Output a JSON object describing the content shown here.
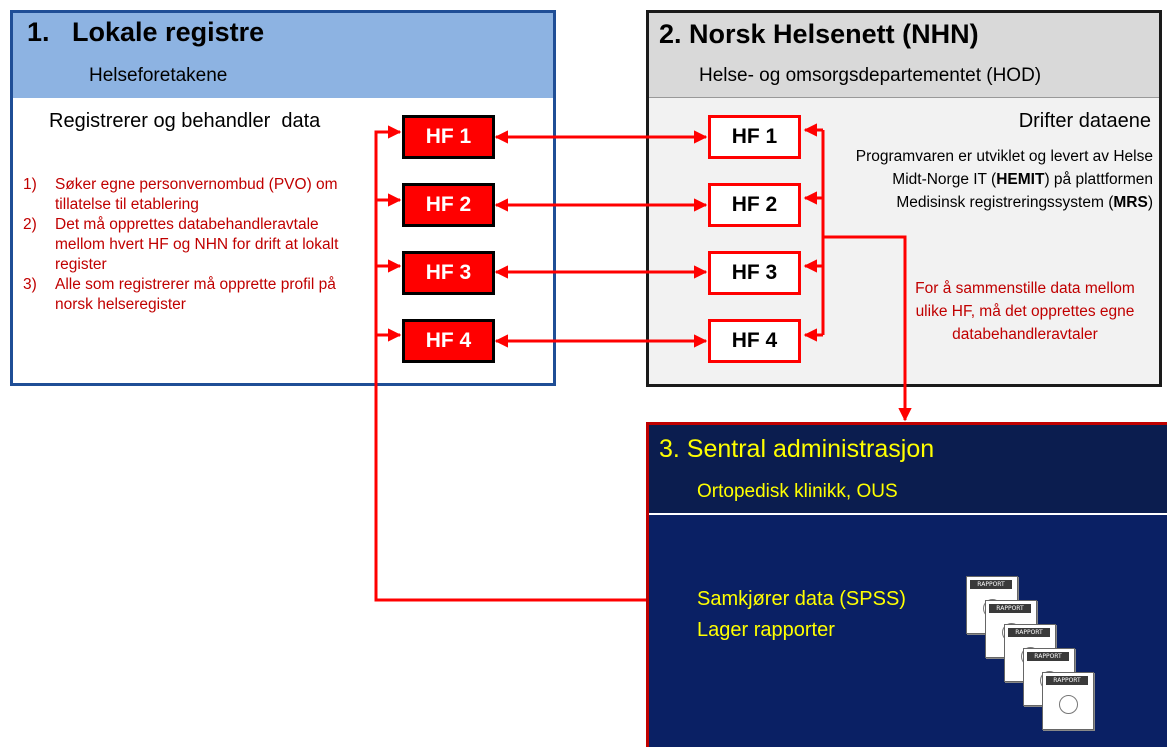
{
  "panel1": {
    "title": "1.   Lokale registre",
    "subtitle": "Helseforetakene",
    "lead": "Registrerer og behandler  data",
    "items": [
      {
        "num": "1)",
        "text": "Søker egne personvernombud (PVO)  om tillatelse til etablering"
      },
      {
        "num": "2)",
        "text": "Det må opprettes databehandleravtale mellom hvert HF og NHN for drift at lokalt register"
      },
      {
        "num": "3)",
        "text": "Alle som registrerer må opprette profil på norsk helseregister"
      }
    ]
  },
  "panel2": {
    "title": "2. Norsk Helsenett (NHN)",
    "subtitle": "Helse- og omsorgsdepartementet (HOD)",
    "drift": "Drifter dataene",
    "desc_1": "Programvaren er utviklet og levert av Helse Midt-Norge IT (",
    "desc_1_bold": "HEMIT",
    "desc_2": ") på plattformen Medisinsk registreringssystem (",
    "desc_2_bold": "MRS",
    "desc_3": ")",
    "note": "For  å sammenstille data mellom ulike HF, må det opprettes egne databehandleravtaler"
  },
  "panel3": {
    "title": "3. Sentral administrasjon",
    "subtitle": "Ortopedisk klinikk, OUS",
    "line1": "Samkjører data (SPSS)",
    "line2": "Lager rapporter"
  },
  "hf_left": [
    "HF 1",
    "HF 2",
    "HF 3",
    "HF 4"
  ],
  "hf_right": [
    "HF 1",
    "HF 2",
    "HF 3",
    "HF 4"
  ],
  "report_label": "RAPPORT",
  "colors": {
    "panel1_header": "#8db3e2",
    "panel1_border": "#1f4e96",
    "panel2_header": "#d9d9d9",
    "panel3_bg": "#0a2064",
    "accent_red": "#ff0000",
    "note_red": "#c00000",
    "panel3_text": "#ffff00"
  }
}
